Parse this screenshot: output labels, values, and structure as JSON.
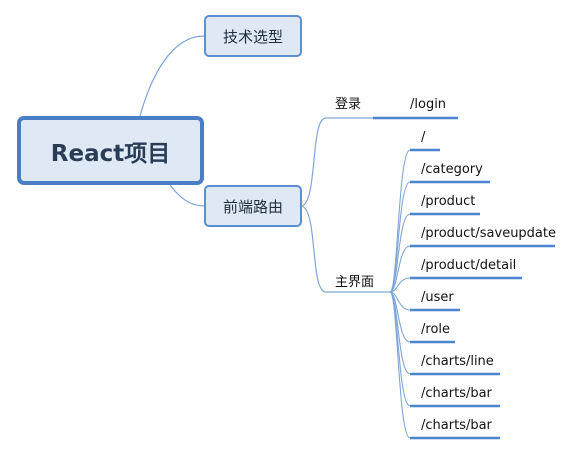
{
  "root": {
    "label": "React项目"
  },
  "branches": [
    {
      "label": "技术选型"
    },
    {
      "label": "前端路由",
      "children": [
        {
          "label": "登录",
          "children": [
            {
              "label": "/login"
            }
          ]
        },
        {
          "label": "主界面",
          "children": [
            {
              "label": "/"
            },
            {
              "label": "/category"
            },
            {
              "label": "/product"
            },
            {
              "label": "/product/saveupdate"
            },
            {
              "label": "/product/detail"
            },
            {
              "label": "/user"
            },
            {
              "label": "/role"
            },
            {
              "label": "/charts/line"
            },
            {
              "label": "/charts/bar"
            },
            {
              "label": "/charts/bar"
            }
          ]
        }
      ]
    }
  ],
  "colors": {
    "line": "#7ea6d8",
    "underline": "#4a86cf",
    "node_fill": "#dfe8f5",
    "root_border": "#4a7ec7"
  }
}
